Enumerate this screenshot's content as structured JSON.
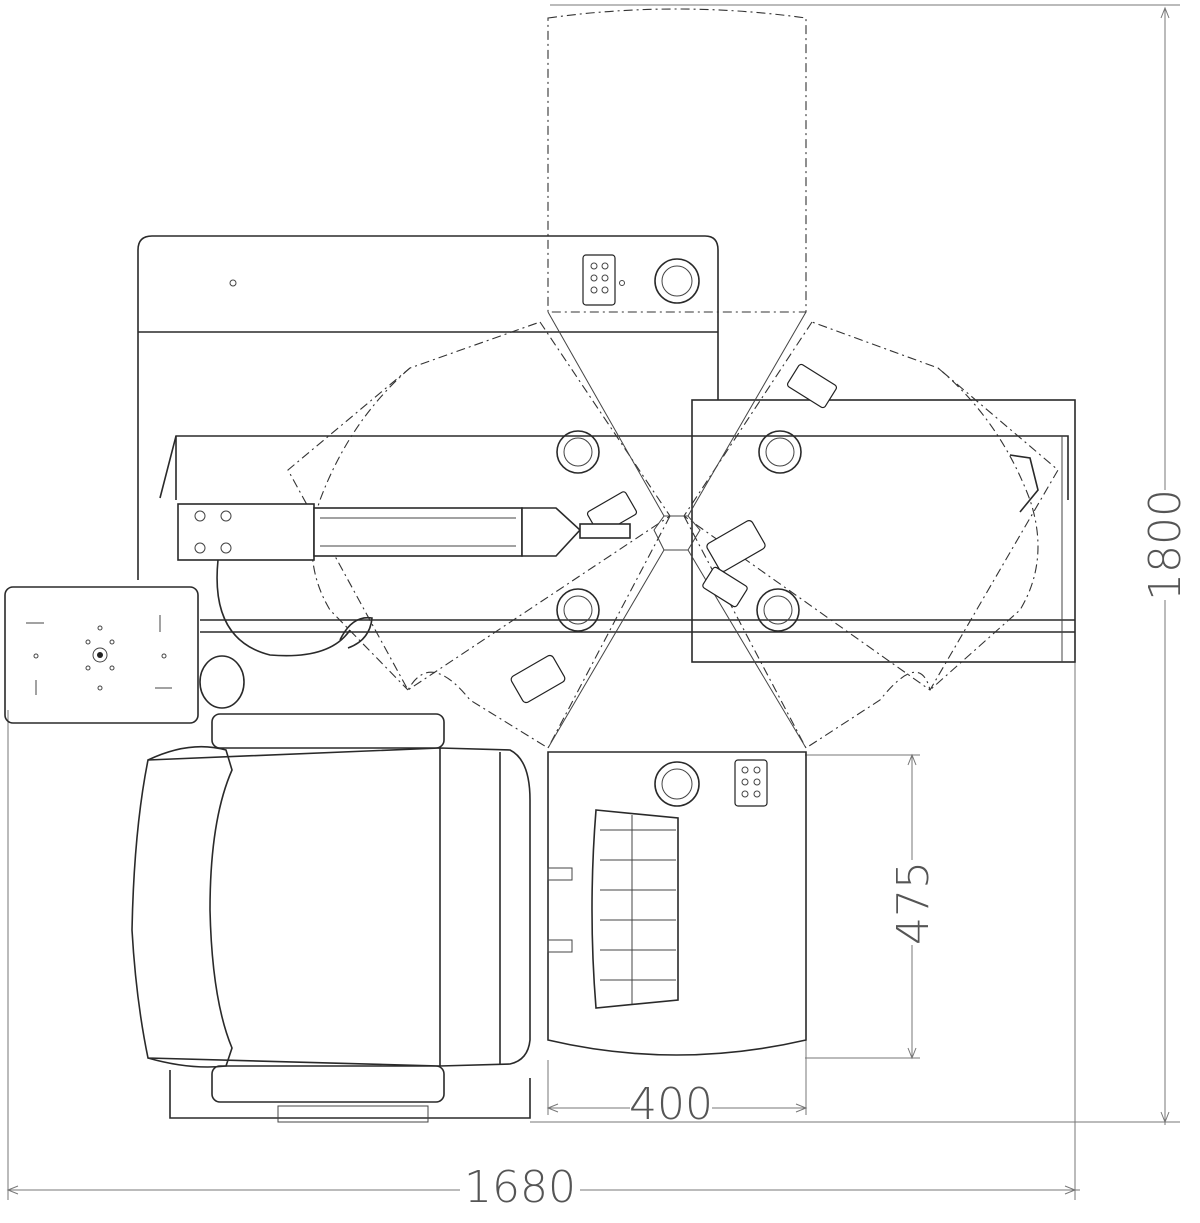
{
  "dimensions": {
    "total_width": "1680",
    "total_height": "1800",
    "tray_depth": "475",
    "tray_width": "400"
  },
  "colors": {
    "line": "#2a2a2a",
    "dimension": "#777777",
    "dimension_text": "#555555",
    "background": "#ffffff"
  }
}
